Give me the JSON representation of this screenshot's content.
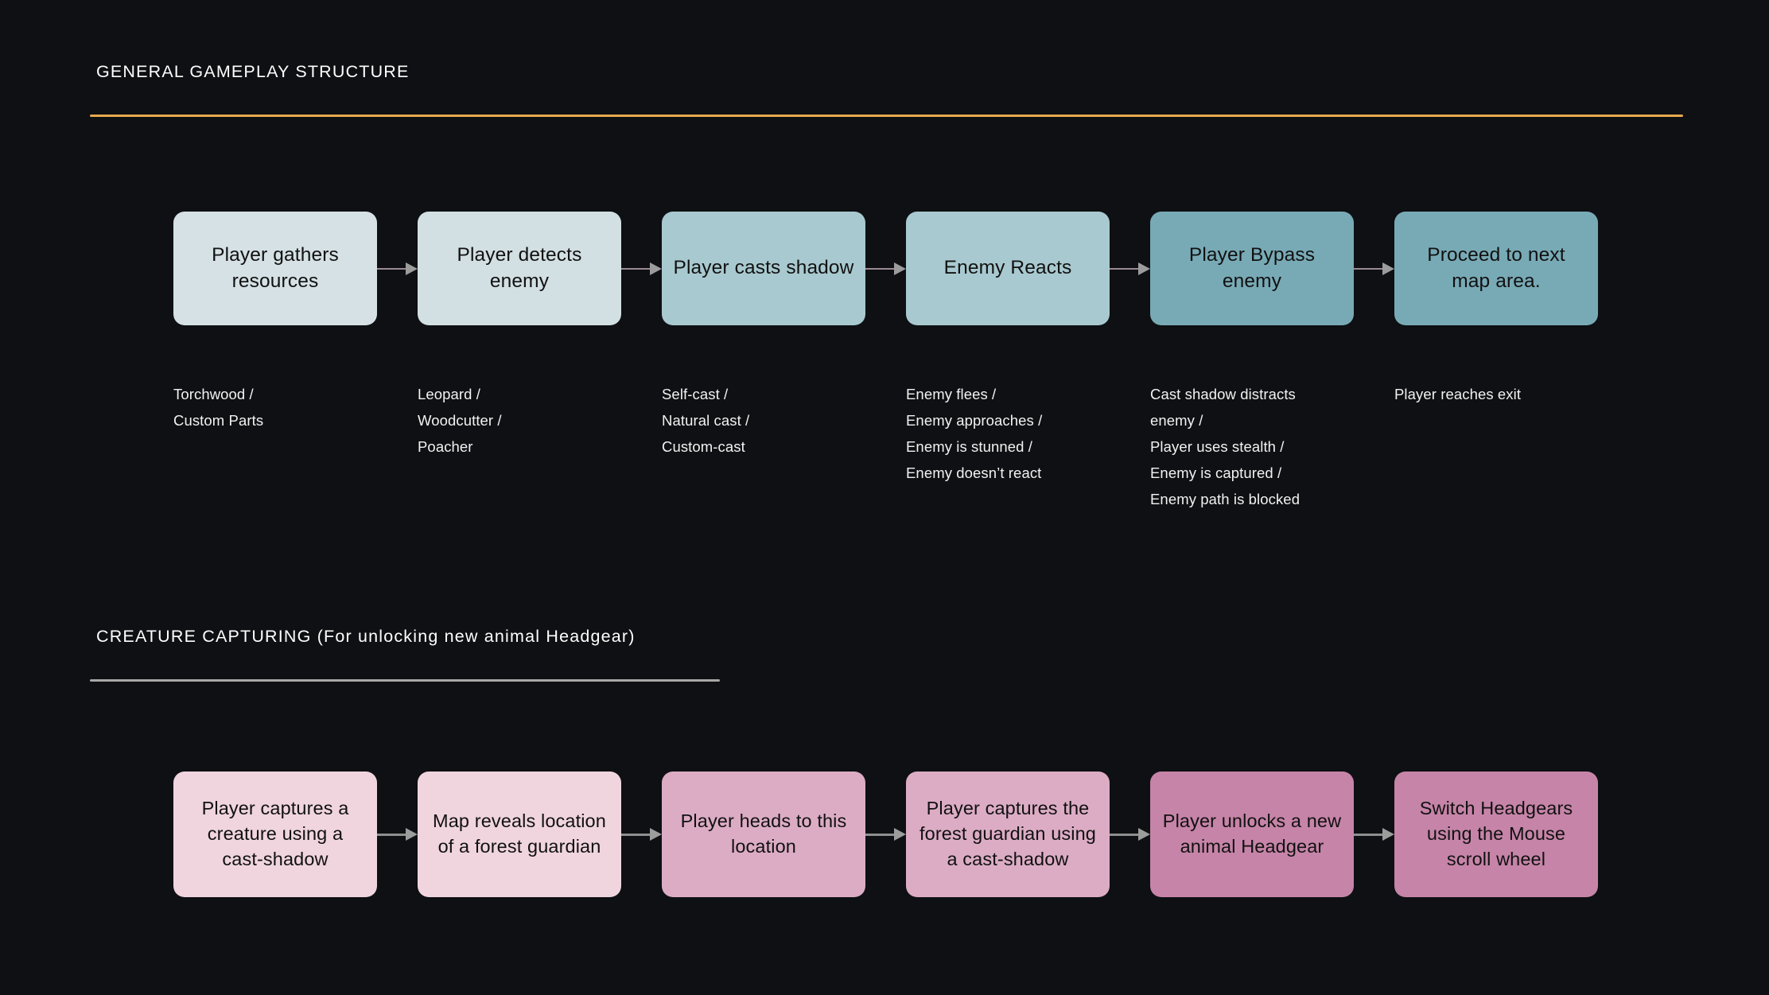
{
  "page": {
    "background": "#0e1013",
    "text_color": "#ffffff"
  },
  "sections": [
    {
      "id": "gameplay",
      "title": "GENERAL GAMEPLAY STRUCTURE",
      "divider_color": "#e8a94e",
      "nodes": [
        {
          "label": "Player gathers resources",
          "fill": "#d5e1e5"
        },
        {
          "label": "Player detects enemy",
          "fill": "#d2dfe3"
        },
        {
          "label": "Player casts shadow",
          "fill": "#a8c9cf"
        },
        {
          "label": "Enemy Reacts",
          "fill": "#a8c9cf"
        },
        {
          "label": "Player Bypass enemy",
          "fill": "#78aab6"
        },
        {
          "label": "Proceed to next map area.",
          "fill": "#78aab6"
        }
      ],
      "captions": [
        [
          "Torchwood /",
          "Custom Parts"
        ],
        [
          "Leopard /",
          "Woodcutter /",
          "Poacher"
        ],
        [
          "Self-cast /",
          "Natural cast /",
          "Custom-cast"
        ],
        [
          "Enemy flees /",
          "Enemy approaches /",
          "Enemy is stunned /",
          "Enemy doesn’t react"
        ],
        [
          "Cast shadow distracts",
          "enemy /",
          "Player uses stealth /",
          "Enemy is captured /",
          "Enemy path is blocked"
        ],
        [
          "Player reaches exit"
        ]
      ]
    },
    {
      "id": "creature",
      "title": "CREATURE CAPTURING (For unlocking new animal Headgear)",
      "divider_color": "#a8a8a8",
      "nodes": [
        {
          "label": "Player captures a creature using a cast-shadow",
          "fill": "#f0d5de"
        },
        {
          "label": "Map reveals location of a forest guardian",
          "fill": "#f0d5de"
        },
        {
          "label": "Player heads to this location",
          "fill": "#dcacc5"
        },
        {
          "label": "Player captures the forest guardian using a cast-shadow",
          "fill": "#dcacc5"
        },
        {
          "label": "Player unlocks a new animal Headgear",
          "fill": "#c684a8"
        },
        {
          "label": "Switch Headgears using the Mouse scroll wheel",
          "fill": "#c684a8"
        }
      ],
      "captions": []
    }
  ],
  "arrow": {
    "shaft_color": "#9c8a93",
    "head_color": "#9c9c9c",
    "icon": "arrow-right-icon"
  }
}
